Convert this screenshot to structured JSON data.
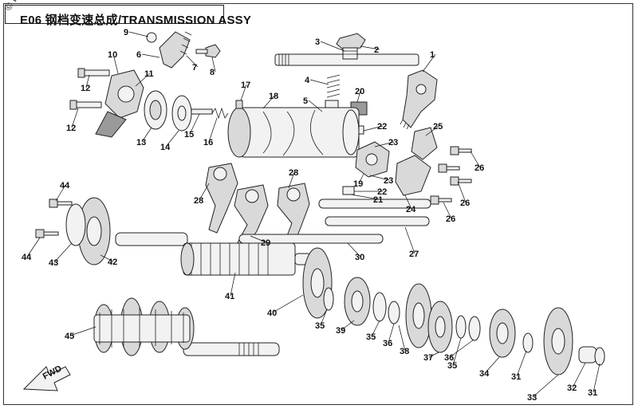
{
  "diagram": {
    "title": "E06 钢档变速总成/TRANSMISSION ASSY",
    "watermark": "© Part",
    "fwd_label": "FWD",
    "callouts": [
      "1",
      "2",
      "3",
      "4",
      "5",
      "6",
      "7",
      "8",
      "9",
      "10",
      "11",
      "12",
      "12",
      "13",
      "14",
      "15",
      "16",
      "17",
      "18",
      "19",
      "20",
      "21",
      "22",
      "22",
      "23",
      "23",
      "24",
      "25",
      "26",
      "26",
      "26",
      "27",
      "28",
      "28",
      "29",
      "30",
      "31",
      "31",
      "32",
      "33",
      "34",
      "35",
      "35",
      "35",
      "36",
      "36",
      "37",
      "38",
      "39",
      "40",
      "41",
      "42",
      "43",
      "44",
      "44",
      "45"
    ]
  }
}
